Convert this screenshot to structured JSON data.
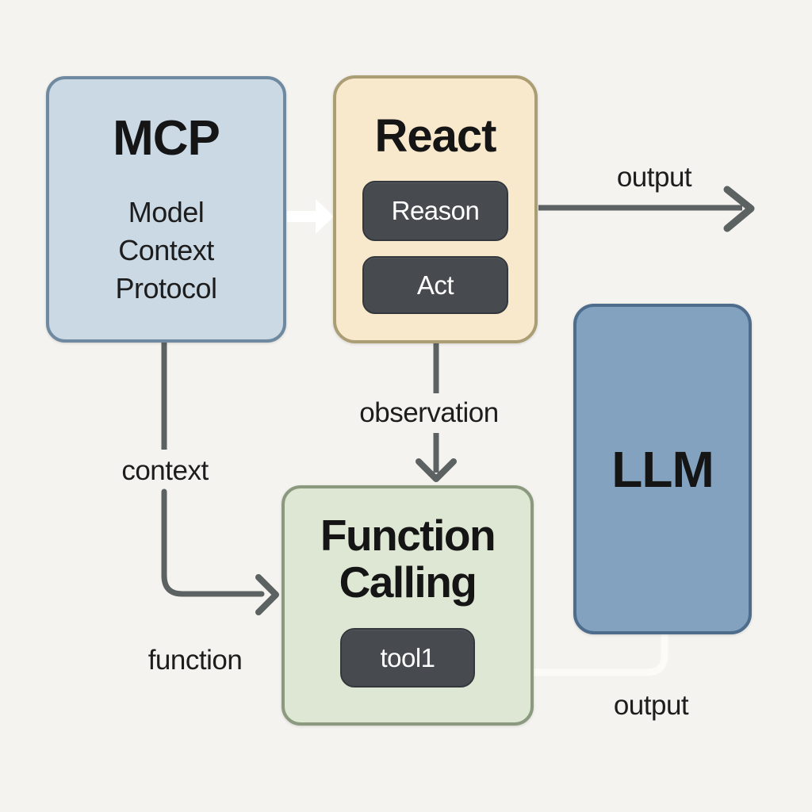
{
  "diagram": {
    "nodes": {
      "mcp": {
        "title": "MCP",
        "subtitle": "Model\nContext\nProtocol",
        "fill": "#cbd9e5",
        "border": "#6f89a1"
      },
      "react": {
        "title": "React",
        "steps": [
          "Reason",
          "Act"
        ],
        "fill": "#f8e9cd",
        "border": "#ab9e74"
      },
      "function_calling": {
        "title": "Function\nCalling",
        "tools": [
          "tool1"
        ],
        "fill": "#dee7d4",
        "border": "#8b9a7e"
      },
      "llm": {
        "title": "LLM",
        "fill": "#82a2c0",
        "border": "#4e6c8c"
      }
    },
    "labels": {
      "output_top": "output",
      "observation": "observation",
      "context": "context",
      "function": "function",
      "output_bottom": "output"
    },
    "colors": {
      "background": "#f4f3ef",
      "connector_gray": "#5c6161",
      "connector_white": "#fcfbf7",
      "pill_fill": "#474b50",
      "pill_text": "#ffffff",
      "label_text": "#1d1d1d"
    }
  }
}
